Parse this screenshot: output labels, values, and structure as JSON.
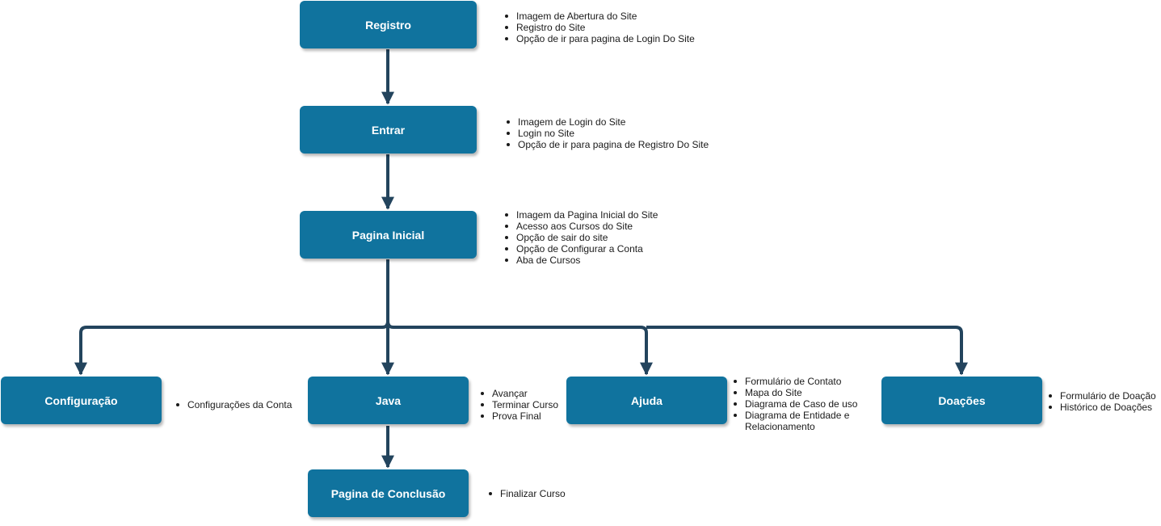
{
  "colors": {
    "node_fill": "#10739e",
    "connector": "#23445d",
    "node_text": "#ffffff",
    "note_text": "#1a1a1a"
  },
  "nodes": {
    "registro": {
      "label": "Registro",
      "notes": [
        "Imagem de Abertura do Site",
        "Registro do Site",
        "Opção de ir para pagina de Login Do Site"
      ]
    },
    "entrar": {
      "label": "Entrar",
      "notes": [
        "Imagem de Login do Site",
        "Login no Site",
        "Opção de ir para pagina de Registro Do Site"
      ]
    },
    "pagina_inicial": {
      "label": "Pagina Inicial",
      "notes": [
        "Imagem da Pagina Inicial do Site",
        "Acesso aos Cursos do Site",
        "Opção de sair do site",
        "Opção de Configurar a Conta",
        "Aba de Cursos"
      ]
    },
    "configuracao": {
      "label": "Configuração",
      "notes": [
        "Configurações da Conta"
      ]
    },
    "java": {
      "label": "Java",
      "notes": [
        "Avançar",
        "Terminar Curso",
        "Prova Final"
      ]
    },
    "ajuda": {
      "label": "Ajuda",
      "notes": [
        "Formulário de Contato",
        "Mapa do Site",
        "Diagrama de Caso de uso",
        "Diagrama de Entidade e Relacionamento"
      ]
    },
    "doacoes": {
      "label": "Doações",
      "notes": [
        "Formulário de Doação",
        "Histórico de Doações"
      ]
    },
    "pagina_conclusao": {
      "label": "Pagina de Conclusão",
      "notes": [
        "Finalizar Curso"
      ]
    }
  }
}
